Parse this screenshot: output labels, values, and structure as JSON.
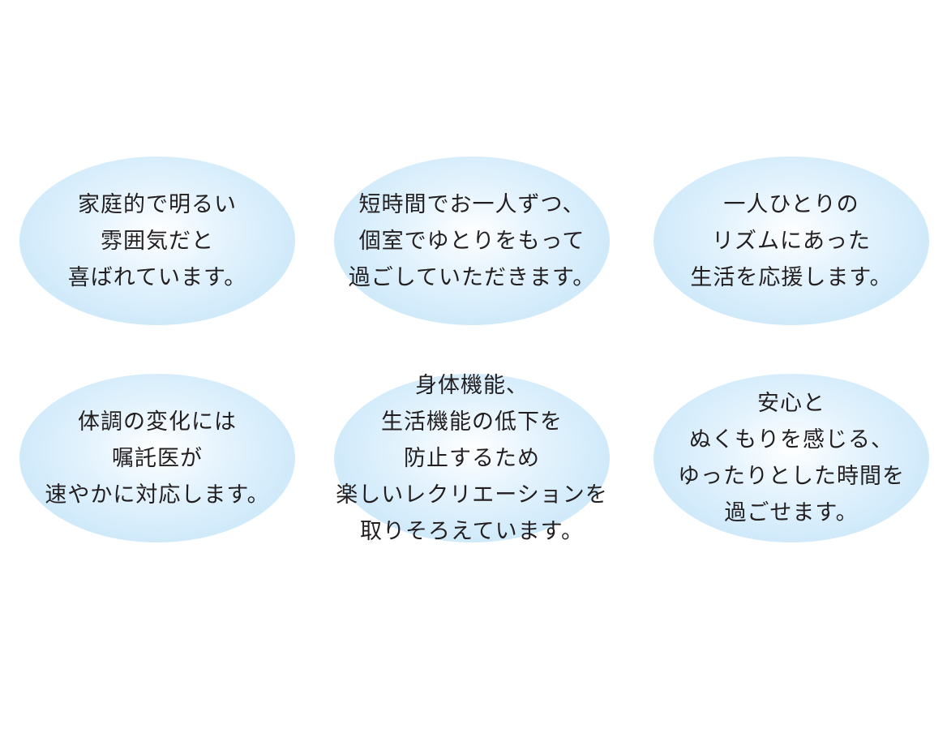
{
  "bubbles": [
    {
      "lines": [
        "家庭的で明るい",
        "雰囲気だと",
        "喜ばれています。"
      ]
    },
    {
      "lines": [
        "短時間でお一人ずつ、",
        "個室でゆとりをもって",
        "過ごしていただきます。"
      ]
    },
    {
      "lines": [
        "一人ひとりの",
        "リズムにあった",
        "生活を応援します。"
      ]
    },
    {
      "lines": [
        "体調の変化には",
        "嘱託医が",
        "速やかに対応します。"
      ]
    },
    {
      "lines": [
        "身体機能、",
        "生活機能の低下を",
        "防止するため",
        "楽しいレクリエーションを",
        "取りそろえています。"
      ]
    },
    {
      "lines": [
        "安心と",
        "ぬくもりを感じる、",
        "ゆったりとした時間を",
        "過ごせます。"
      ]
    }
  ],
  "colors": {
    "bubble_edge": "#bfe2f8",
    "bubble_center": "#ffffff",
    "text": "#231f20"
  }
}
